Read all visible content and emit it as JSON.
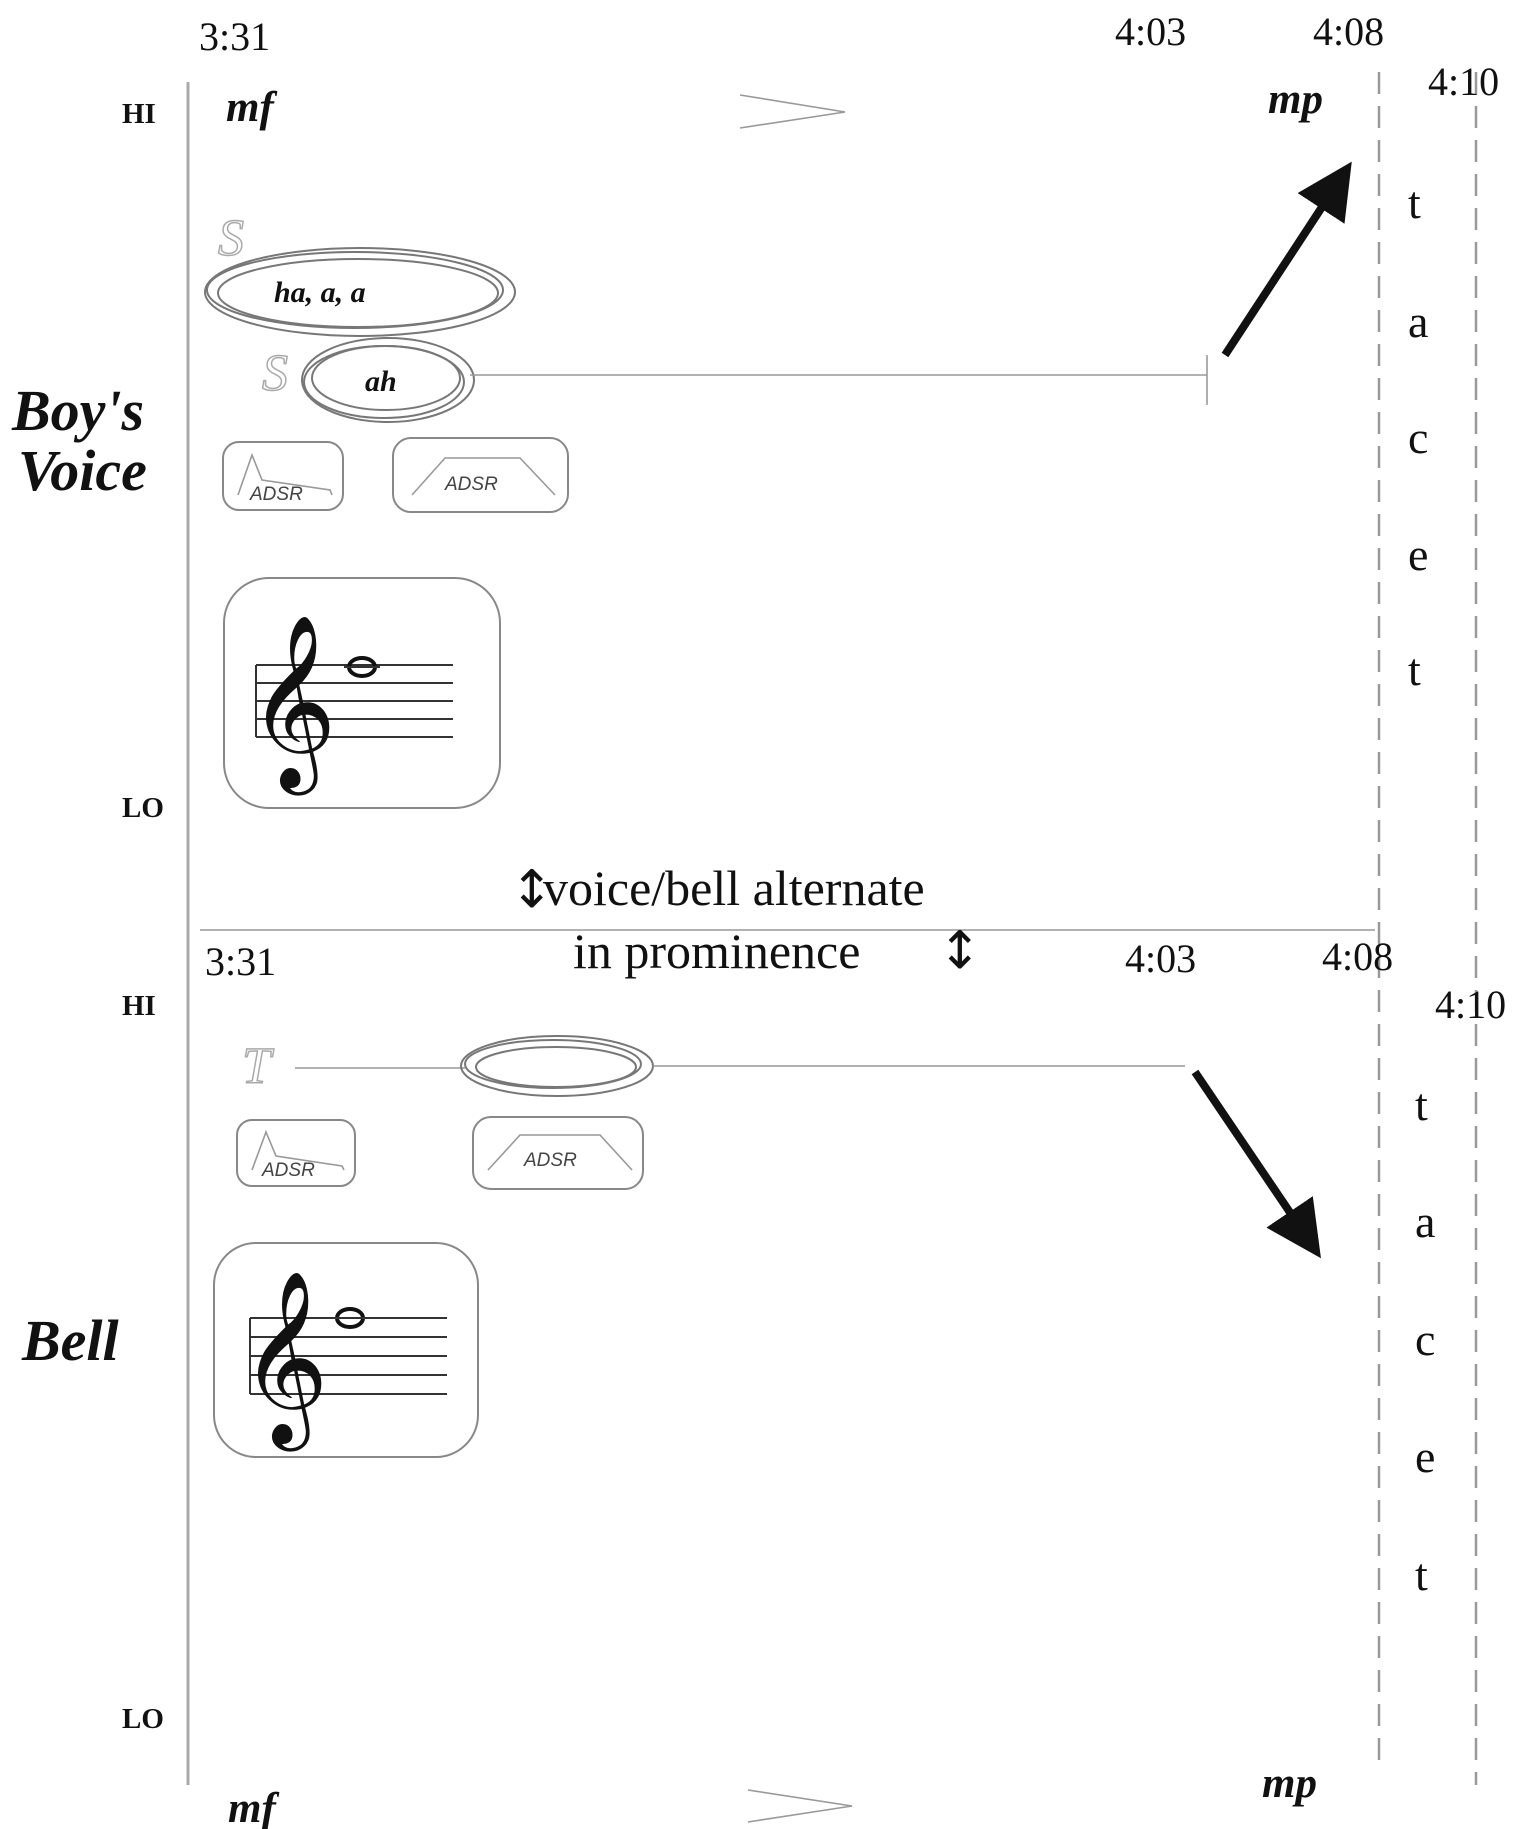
{
  "timeline_top": {
    "t1": "3:31",
    "t2": "4:03",
    "t3": "4:08",
    "t4": "4:10"
  },
  "timeline_bottom": {
    "t1": "3:31",
    "t2": "4:03",
    "t3": "4:08",
    "t4": "4:10"
  },
  "range": {
    "hi": "HI",
    "lo": "LO"
  },
  "voice": {
    "label_line1": "Boy's",
    "label_line2": "Voice",
    "dyn_start": "mf",
    "dyn_end": "mp",
    "sound1_type": "S",
    "sound1_text": "ha, a, a",
    "sound2_type": "S",
    "sound2_text": "ah",
    "envelope1": "ADSR",
    "envelope2": "ADSR"
  },
  "bell": {
    "label": "Bell",
    "dyn_start": "mf",
    "dyn_end": "mp",
    "sound_type": "T",
    "envelope1": "ADSR",
    "envelope2": "ADSR"
  },
  "tacet_letters": [
    "t",
    "a",
    "c",
    "e",
    "t"
  ],
  "note": {
    "line1": "voice/bell alternate",
    "line2": "in prominence",
    "arrow_glyph": "↕"
  },
  "notation": {
    "clef_glyph": "𝄞",
    "note_glyph": "𝅝"
  }
}
